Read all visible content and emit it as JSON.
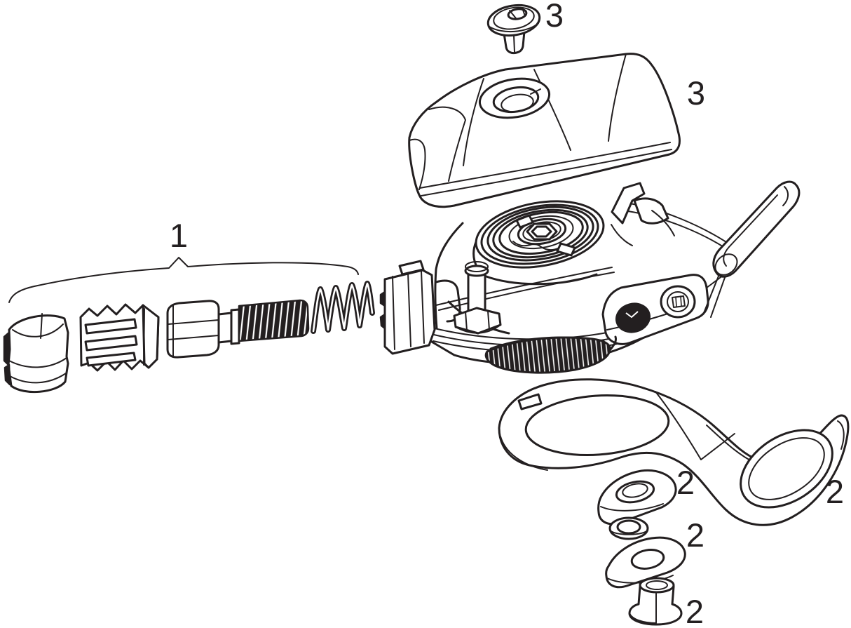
{
  "diagram": {
    "background_color": "#ffffff",
    "line_color": "#231f20",
    "description_parts": [
      "cover-screw",
      "top-cover",
      "shifter-body-assembly",
      "barrel-adjuster-knob",
      "spline-coupler",
      "adjuster-bolt",
      "adjuster-spring",
      "clamp-band-lever",
      "clamp-nut",
      "clamp-washer",
      "clamp-plate",
      "clamp-bolt"
    ],
    "labels": [
      {
        "part": "adjuster-assembly",
        "text": "1"
      },
      {
        "part": "cover-screw",
        "text": "3"
      },
      {
        "part": "top-cover",
        "text": "3"
      },
      {
        "part": "clamp-nut",
        "text": "2"
      },
      {
        "part": "clamp-lever",
        "text": "2"
      },
      {
        "part": "clamp-washer",
        "text": "2"
      },
      {
        "part": "clamp-bolt",
        "text": "2"
      }
    ]
  }
}
